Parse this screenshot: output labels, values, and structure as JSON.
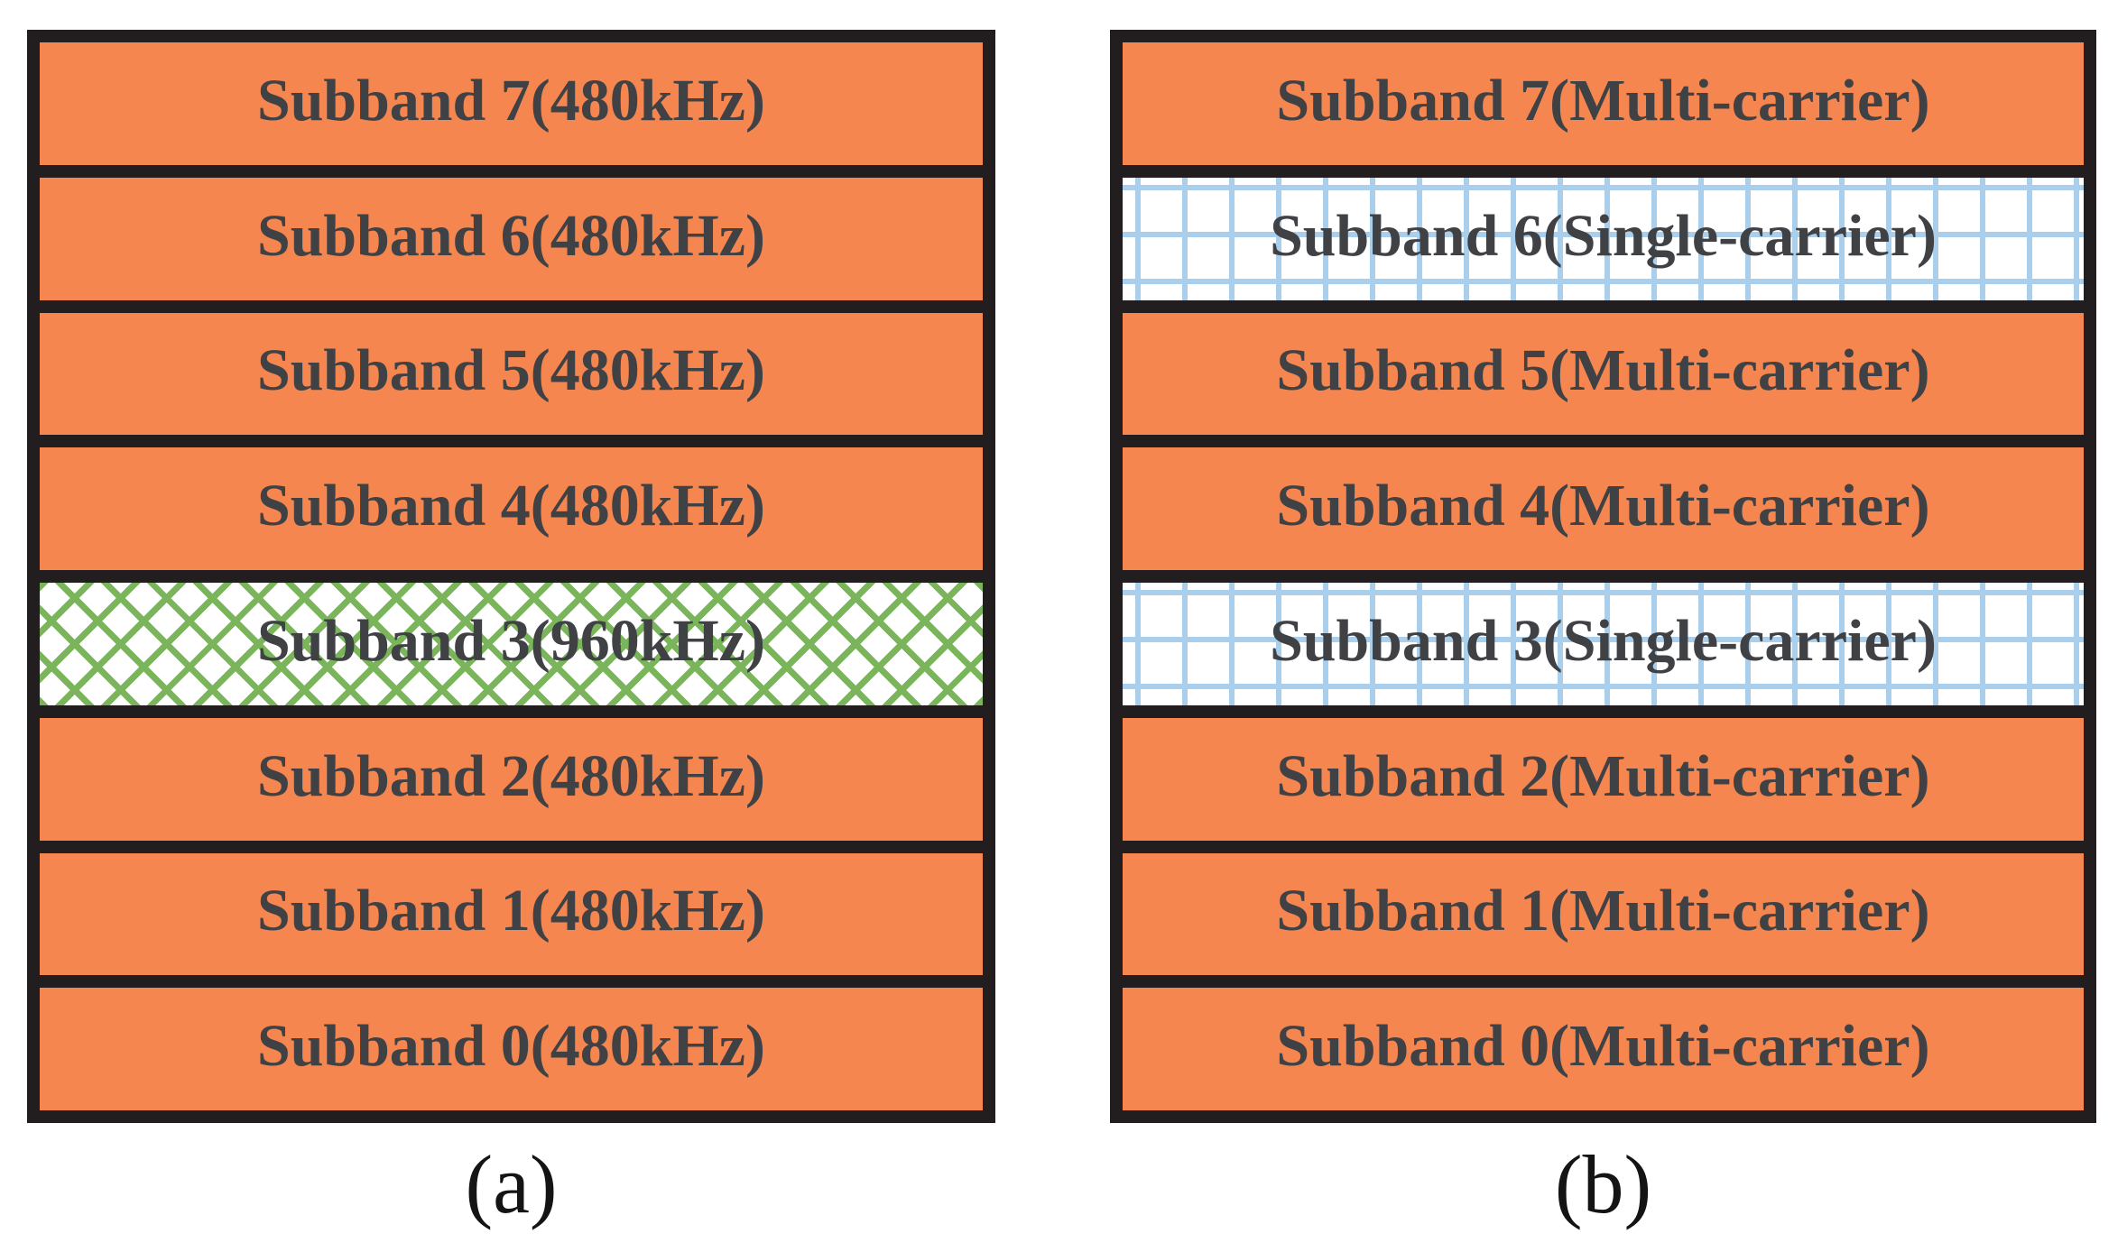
{
  "figure": {
    "colors": {
      "band_fill_orange": "#F5864F",
      "frame_black": "#221E1F",
      "label_text": "#3F4145",
      "hatch_green": "#7AB55C",
      "grid_blue": "#A9CFEC",
      "background": "#FFFFFF"
    },
    "panels": [
      {
        "caption": "(a)",
        "bands": [
          {
            "label": "Subband 7(480kHz)",
            "fill": "orange"
          },
          {
            "label": "Subband 6(480kHz)",
            "fill": "orange"
          },
          {
            "label": "Subband 5(480kHz)",
            "fill": "orange"
          },
          {
            "label": "Subband 4(480kHz)",
            "fill": "orange"
          },
          {
            "label": "Subband 3(960kHz)",
            "fill": "green-crosshatch"
          },
          {
            "label": "Subband 2(480kHz)",
            "fill": "orange"
          },
          {
            "label": "Subband 1(480kHz)",
            "fill": "orange"
          },
          {
            "label": "Subband 0(480kHz)",
            "fill": "orange"
          }
        ]
      },
      {
        "caption": "(b)",
        "bands": [
          {
            "label": "Subband 7(Multi-carrier)",
            "fill": "orange"
          },
          {
            "label": "Subband 6(Single-carrier)",
            "fill": "blue-grid"
          },
          {
            "label": "Subband 5(Multi-carrier)",
            "fill": "orange"
          },
          {
            "label": "Subband 4(Multi-carrier)",
            "fill": "orange"
          },
          {
            "label": "Subband 3(Single-carrier)",
            "fill": "blue-grid"
          },
          {
            "label": "Subband 2(Multi-carrier)",
            "fill": "orange"
          },
          {
            "label": "Subband 1(Multi-carrier)",
            "fill": "orange"
          },
          {
            "label": "Subband 0(Multi-carrier)",
            "fill": "orange"
          }
        ]
      }
    ]
  }
}
